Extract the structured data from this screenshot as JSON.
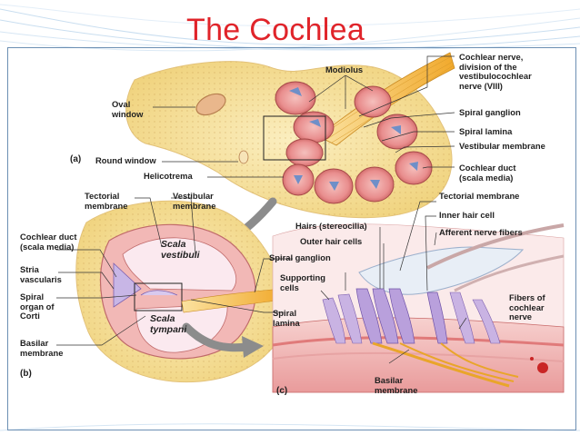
{
  "slide": {
    "title": "The Cochlea"
  },
  "colors": {
    "title": "#e0242a",
    "frame": "#6c8fb3",
    "bone": "#f3d88f",
    "tissue": "#f2b3b0",
    "nerve": "#f0b53a",
    "membrane": "#b9d4ee",
    "cells": "#b7a0d6"
  },
  "panels": {
    "a": "(a)",
    "b": "(b)",
    "c": "(c)"
  },
  "labels": {
    "oval_window": "Oval\nwindow",
    "modiolus": "Modiolus",
    "cochlear_nerve": "Cochlear nerve,\ndivision of the\nvestibulocochlear\nnerve (VIII)",
    "spiral_ganglion_a": "Spiral ganglion",
    "spiral_lamina_a": "Spiral lamina",
    "vestibular_membrane_a": "Vestibular membrane",
    "round_window": "Round window",
    "helicotrema": "Helicotrema",
    "cochlear_duct_a": "Cochlear duct\n(scala media)",
    "tectorial_membrane_b": "Tectorial\nmembrane",
    "vestibular_membrane_b": "Vestibular\nmembrane",
    "tectorial_membrane_c": "Tectorial membrane",
    "inner_hair_cell": "Inner hair cell",
    "hairs": "Hairs (stereocilia)",
    "afferent_fibers": "Afferent nerve fibers",
    "outer_hair_cells": "Outer hair cells",
    "cochlear_duct_b": "Cochlear duct\n(scala media)",
    "scala_vestibuli": "Scala\nvestibuli",
    "spiral_ganglion_b": "Spiral ganglion",
    "stria": "Stria\nvascularis",
    "supporting_cells": "Supporting\ncells",
    "spiral_organ": "Spiral\norgan of\nCorti",
    "fibers_cochlear_nerve": "Fibers of\ncochlear\nnerve",
    "scala_tympani": "Scala\ntympani",
    "spiral_lamina_b": "Spiral\nlamina",
    "basilar_b": "Basilar\nmembrane",
    "basilar_c": "Basilar\nmembrane"
  }
}
